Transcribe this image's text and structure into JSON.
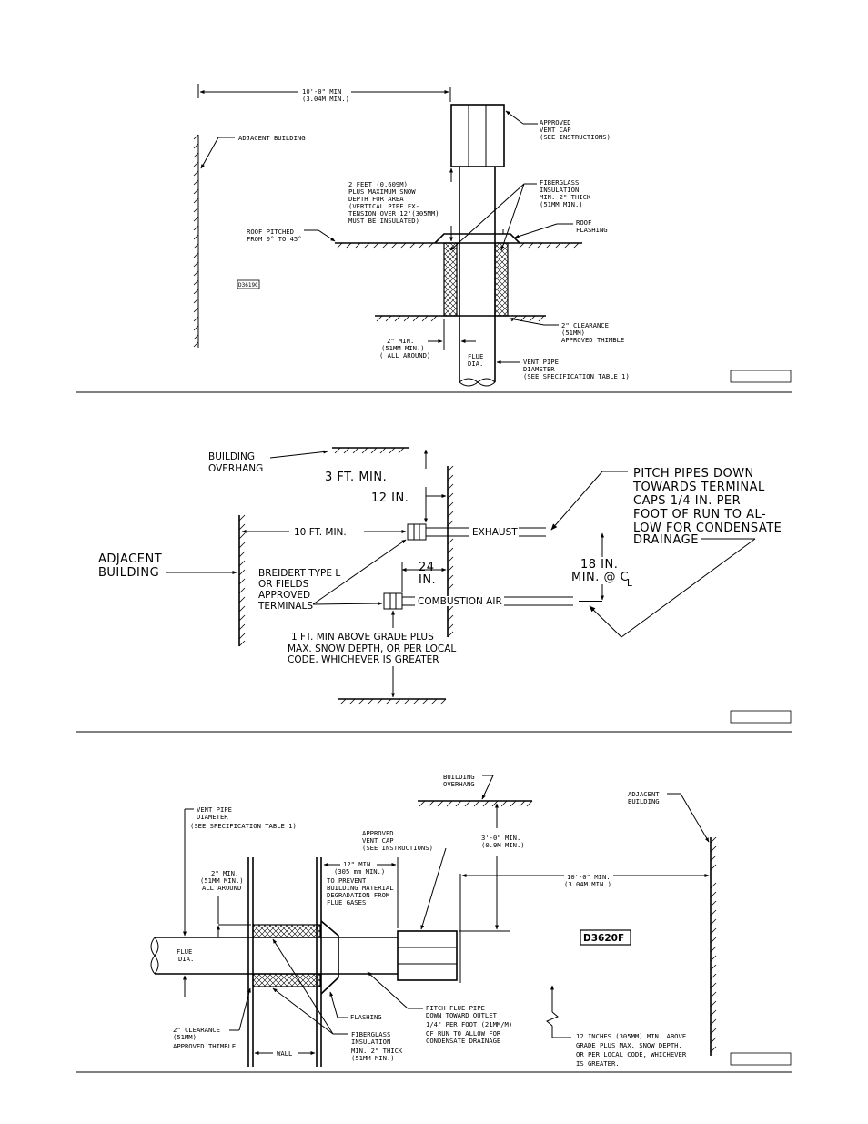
{
  "fig1": {
    "dim_10ft": [
      "10'-0\" MIN",
      "(3.04M MIN.)"
    ],
    "approved_vent_cap": [
      "APPROVED",
      "VENT CAP",
      "(SEE INSTRUCTIONS)"
    ],
    "adjacent_building": "ADJACENT BUILDING",
    "snow_depth": [
      "2 FEET (0.609M)",
      "PLUS MAXIMUM SNOW",
      "DEPTH FOR AREA",
      "(VERTICAL PIPE EX-",
      "TENSION OVER 12\"(305MM)",
      "MUST BE INSULATED)"
    ],
    "fiberglass": [
      "FIBERGLASS",
      "INSULATION",
      "MIN. 2\" THICK",
      "(51MM MIN.)"
    ],
    "roof_flashing": [
      "ROOF",
      "FLASHING"
    ],
    "roof_pitched": [
      "ROOF PITCHED",
      "FROM 0° TO 45°"
    ],
    "code": "D3619C",
    "clearance": [
      "2\" CLEARANCE",
      "(51MM)",
      "APPROVED THIMBLE"
    ],
    "min_around": [
      "2\" MIN.",
      "(51MM MIN.)",
      "( ALL AROUND)"
    ],
    "flue_dia": [
      "FLUE",
      "DIA."
    ],
    "vent_pipe": [
      "VENT PIPE",
      "DIAMETER",
      "(SEE SPECIFICATION TABLE 1)"
    ]
  },
  "fig2": {
    "building_overhang": [
      "BUILDING",
      "OVERHANG"
    ],
    "three_ft": "3 FT. MIN.",
    "twelve_in": "12 IN.",
    "pitch_note": [
      "PITCH PIPES DOWN",
      "TOWARDS TERMINAL",
      "CAPS 1/4 IN. PER",
      "FOOT OF RUN TO AL-",
      "LOW FOR CONDENSATE",
      "DRAINAGE"
    ],
    "ten_ft": "10 FT. MIN.",
    "exhaust": "EXHAUST",
    "adjacent_building": [
      "ADJACENT",
      "BUILDING"
    ],
    "terminals": [
      "BREIDERT TYPE L",
      "OR FIELDS",
      "APPROVED",
      "TERMINALS"
    ],
    "twenty_four": [
      "24",
      "IN."
    ],
    "eighteen": [
      "18 IN.",
      "MIN. @ C"
    ],
    "centerline_sub": "L",
    "combustion_air": "COMBUSTION AIR",
    "grade_note": [
      "1 FT. MIN ABOVE GRADE PLUS",
      "MAX. SNOW DEPTH, OR PER LOCAL",
      "CODE, WHICHEVER IS GREATER"
    ]
  },
  "fig3": {
    "building_overhang": [
      "BUILDING",
      "OVERHANG"
    ],
    "adjacent_building": [
      "ADJACENT",
      "BUILDING"
    ],
    "vent_pipe": [
      "VENT PIPE",
      "DIAMETER",
      "(SEE SPECIFICATION TABLE 1)"
    ],
    "approved_vent_cap": [
      "APPROVED",
      "VENT CAP",
      "(SEE INSTRUCTIONS)"
    ],
    "three_ft": [
      "3'-0\" MIN.",
      "(0.9M MIN.)"
    ],
    "min_all_around": [
      "2\" MIN.",
      "(51MM MIN.)",
      "ALL AROUND"
    ],
    "twelve_min": [
      "12\" MIN.",
      "(305 mm MIN.)",
      "TO PREVENT",
      "BUILDING MATERIAL",
      "DEGRADATION FROM",
      "FLUE GASES."
    ],
    "ten_ft": [
      "10'-0\" MIN.",
      "(3.04M MIN.)"
    ],
    "code": "D3620F",
    "flue_dia": [
      "FLUE",
      "DIA."
    ],
    "flashing": "FLASHING",
    "pitch_note": [
      "PITCH FLUE PIPE",
      "DOWN TOWARD OUTLET",
      "1/4\" PER FOOT (21MM/M)",
      "OF RUN TO ALLOW FOR",
      "CONDENSATE DRAINAGE"
    ],
    "clearance": [
      "2\" CLEARANCE",
      "(51MM)",
      "APPROVED THIMBLE"
    ],
    "wall": "WALL",
    "fiberglass": [
      "FIBERGLASS",
      "INSULATION",
      "MIN. 2\" THICK",
      "(51MM MIN.)"
    ],
    "grade_note": [
      "12 INCHES (305MM) MIN. ABOVE",
      "GRADE PLUS MAX. SNOW DEPTH,",
      "OR PER LOCAL CODE, WHICHEVER",
      "IS GREATER."
    ]
  }
}
